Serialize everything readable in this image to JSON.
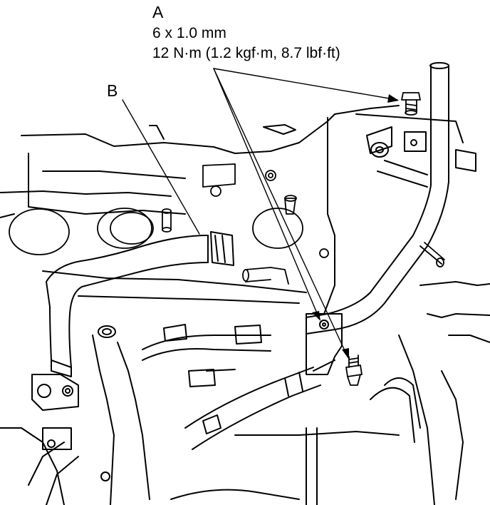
{
  "callouts": {
    "a": {
      "letter": "A",
      "size": "6 x 1.0 mm",
      "torque": "12 N·m (1.2 kgf·m, 8.7 lbf·ft)"
    },
    "b": {
      "letter": "B"
    }
  },
  "colors": {
    "ink": "#000000",
    "paper": "#ffffff"
  }
}
